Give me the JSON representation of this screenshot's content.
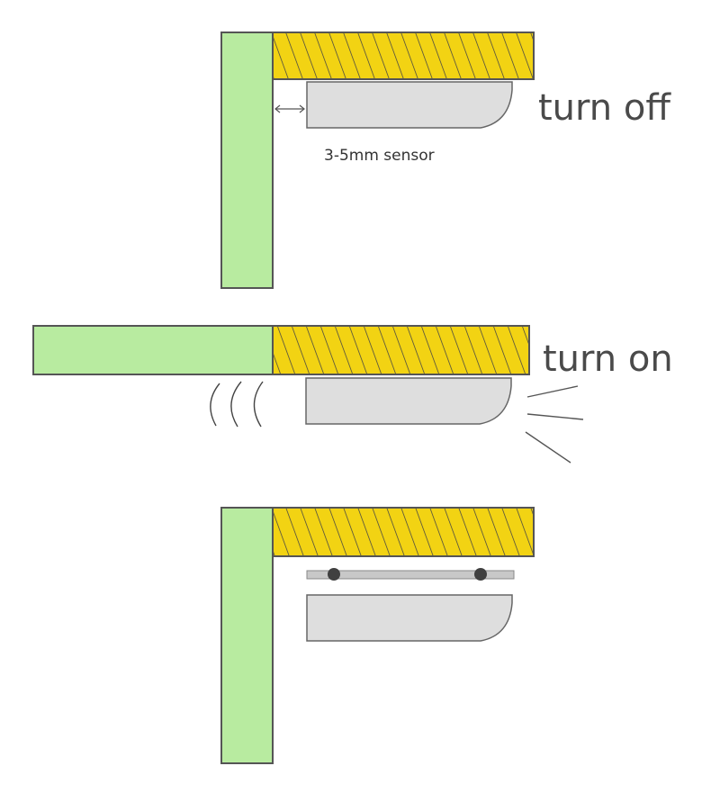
{
  "labels": {
    "turn_off": "turn off",
    "turn_on": "turn on",
    "sensor_gap": "3-5mm sensor"
  },
  "colors": {
    "door": "#b8eba0",
    "wood": "#f2d313",
    "sensor": "#dedede",
    "outline": "#555555",
    "rail": "#c8c8c8",
    "bead": "#404040"
  }
}
